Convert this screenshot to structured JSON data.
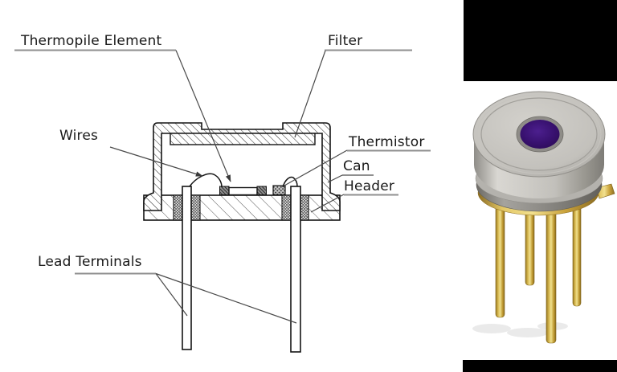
{
  "diagram": {
    "labels": {
      "thermopile_element": "Thermopile Element",
      "filter": "Filter",
      "wires": "Wires",
      "thermistor": "Thermistor",
      "can": "Can",
      "header": "Header",
      "lead_terminals": "Lead Terminals"
    }
  },
  "photo": {
    "subject": "thermopile infrared sensor in TO-can package",
    "colors": {
      "can_body": "#c2c0bb",
      "window_purple": "#38116f",
      "lead_gold": "#d9ba52",
      "crop_bars": "#000000"
    }
  },
  "colors": {
    "background": "#ffffff",
    "diagram_line": "#141414",
    "label_text": "#191919",
    "label_underline": "#8f8f8f",
    "leader_line": "#4a4a4a"
  }
}
